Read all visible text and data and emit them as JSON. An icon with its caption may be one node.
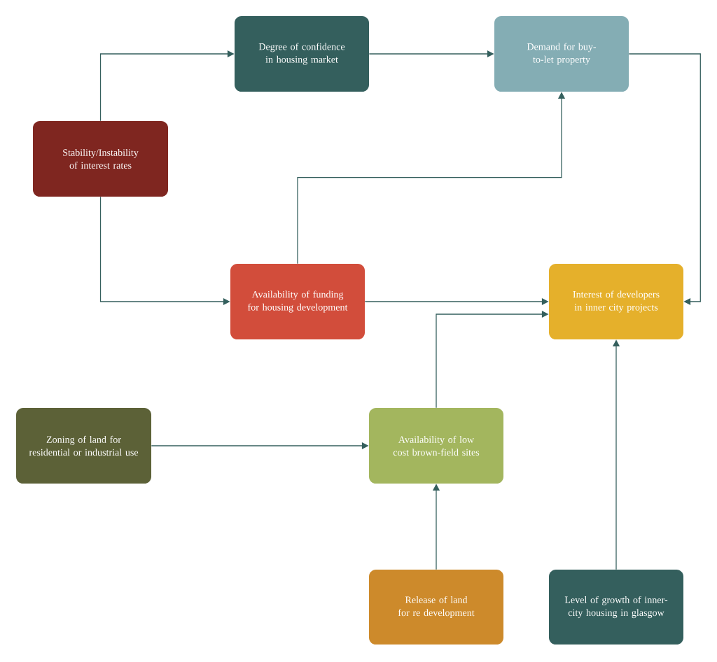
{
  "diagram": {
    "nodes": [
      {
        "text": [
          "Stability/Instability of interest rates"
        ]
      },
      {
        "text": [
          "Degree of confidence in housing market"
        ]
      },
      {
        "text": [
          "Demand for buy-to-let property"
        ]
      },
      {
        "text": [
          "Availability of funding for housing development"
        ]
      },
      {
        "text": [
          "Interest of developers in inner city projects"
        ]
      },
      {
        "text": [
          "Zoning of land for residential or industrial use"
        ]
      },
      {
        "text": [
          "Availability of low cost brown-field sites"
        ]
      },
      {
        "text": [
          "Release of land for re development"
        ]
      },
      {
        "text": [
          "Level of growth of inner-city housing in glasgow"
        ]
      }
    ],
    "edges": [
      {
        "from": 0,
        "to": 1,
        "arrow": "to"
      },
      {
        "from": 0,
        "to": 3,
        "arrow": "to"
      },
      {
        "from": 1,
        "to": 2,
        "arrow": "to"
      },
      {
        "from": 3,
        "to": 2,
        "arrow": "to"
      },
      {
        "from": 2,
        "to": 4,
        "arrow": "to"
      },
      {
        "from": 3,
        "to": 4,
        "arrow": "to"
      },
      {
        "from": 6,
        "to": 4,
        "arrow": "to"
      },
      {
        "from": 5,
        "to": 6,
        "arrow": "to"
      },
      {
        "from": 7,
        "to": 6,
        "arrow": "to"
      },
      {
        "from": 8,
        "to": 4,
        "arrow": "to"
      }
    ]
  }
}
